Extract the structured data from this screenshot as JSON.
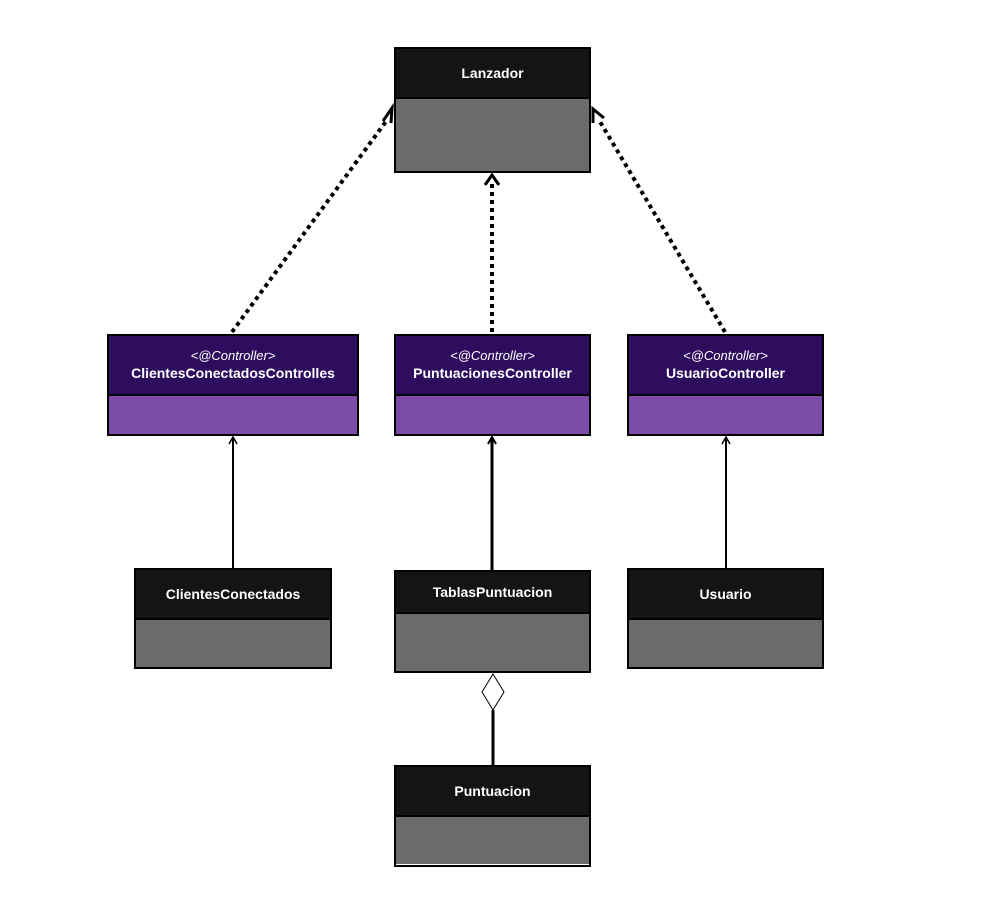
{
  "diagram": {
    "classes": {
      "lanzador": {
        "name": "Lanzador"
      },
      "clientes_controller": {
        "stereotype": "<@Controller>",
        "name": "ClientesConectadosControlles"
      },
      "puntuaciones_controller": {
        "stereotype": "<@Controller>",
        "name": "PuntuacionesController"
      },
      "usuario_controller": {
        "stereotype": "<@Controller>",
        "name": "UsuarioController"
      },
      "clientes_conectados": {
        "name": "ClientesConectados"
      },
      "tablas_puntuacion": {
        "name": "TablasPuntuacion"
      },
      "usuario": {
        "name": "Usuario"
      },
      "puntuacion": {
        "name": "Puntuacion"
      }
    },
    "relationships": [
      {
        "from": "ClientesConectadosControlles",
        "to": "Lanzador",
        "type": "dependency"
      },
      {
        "from": "PuntuacionesController",
        "to": "Lanzador",
        "type": "dependency"
      },
      {
        "from": "UsuarioController",
        "to": "Lanzador",
        "type": "dependency"
      },
      {
        "from": "ClientesConectados",
        "to": "ClientesConectadosControlles",
        "type": "association"
      },
      {
        "from": "TablasPuntuacion",
        "to": "PuntuacionesController",
        "type": "association"
      },
      {
        "from": "Usuario",
        "to": "UsuarioController",
        "type": "association"
      },
      {
        "from": "Puntuacion",
        "to": "TablasPuntuacion",
        "type": "aggregation"
      }
    ],
    "colors": {
      "entity_header": "#141414",
      "entity_body": "#6b6b6b",
      "controller_header": "#2e0d5e",
      "controller_body": "#7d4ca8",
      "text": "#ffffff",
      "lines": "#000000"
    }
  }
}
